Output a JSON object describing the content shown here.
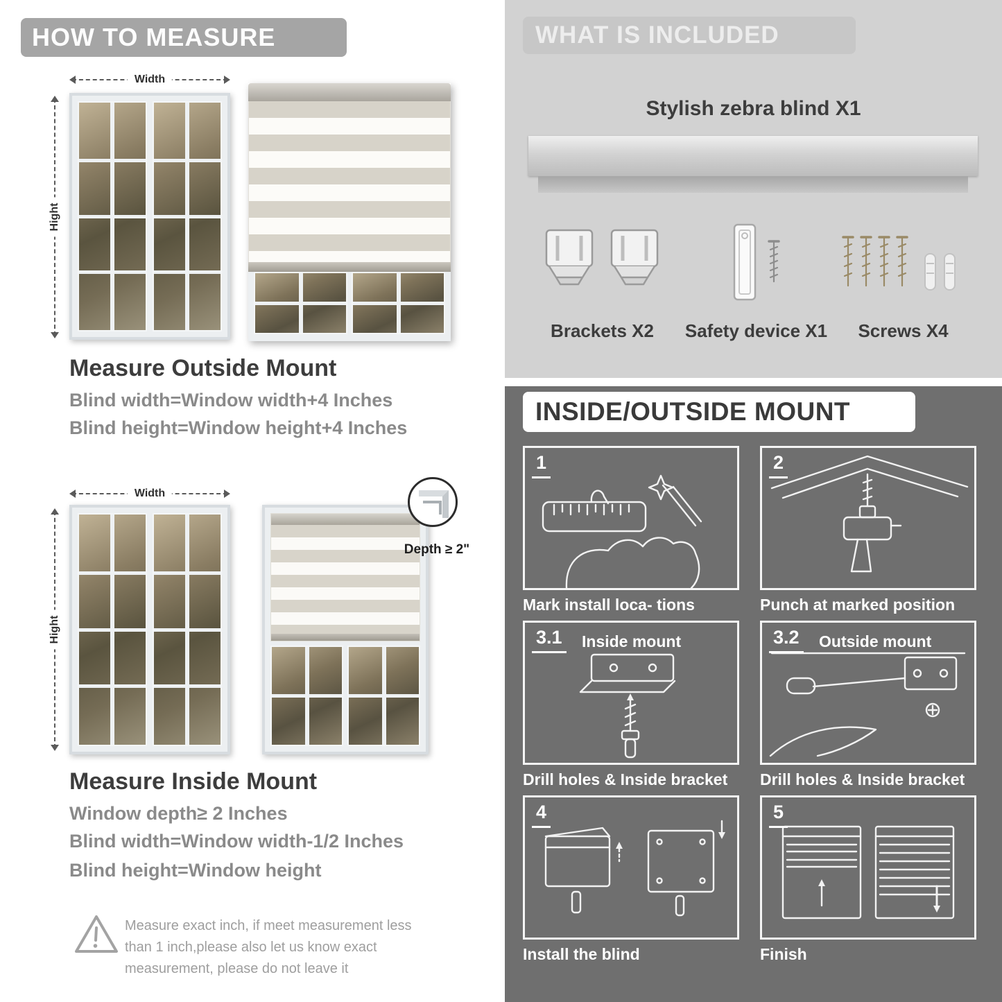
{
  "left": {
    "header": "HOW TO MEASURE",
    "outside": {
      "width_label": "Width",
      "height_label": "Hight",
      "title": "Measure Outside Mount",
      "lines": [
        "Blind width=Window width+4 Inches",
        "Blind height=Window height+4 Inches"
      ]
    },
    "inside": {
      "width_label": "Width",
      "height_label": "Hight",
      "depth_label": "Depth ≥ 2\"",
      "title": "Measure Inside Mount",
      "lines": [
        "Window depth≥ 2 Inches",
        "Blind width=Window width-1/2 Inches",
        "Blind height=Window height"
      ]
    },
    "warning_text": "Measure exact inch, if meet measurement less than 1 inch,please also let us know exact measurement, please do not leave it"
  },
  "included": {
    "header": "WHAT IS INCLUDED",
    "product_title": "Stylish zebra blind X1",
    "items": [
      {
        "label": "Brackets X2",
        "icon": "brackets-icon"
      },
      {
        "label": "Safety device X1",
        "icon": "safety-device-icon"
      },
      {
        "label": "Screws X4",
        "icon": "screws-icon"
      }
    ]
  },
  "mount": {
    "header": "INSIDE/OUTSIDE MOUNT",
    "steps": [
      {
        "num": "1",
        "caption": "Mark install loca- tions"
      },
      {
        "num": "2",
        "caption": "Punch at  marked position"
      },
      {
        "num": "3.1",
        "label": "Inside mount",
        "caption": "Drill holes &  Inside bracket"
      },
      {
        "num": "3.2",
        "label": "Outside mount",
        "caption": "Drill holes &  Inside bracket"
      },
      {
        "num": "4",
        "caption": "Install the blind"
      },
      {
        "num": "5",
        "caption": "Finish"
      }
    ]
  },
  "colors": {
    "panel_light": "#d2d2d2",
    "panel_dark": "#6f6f6f",
    "banner_gray": "#a5a5a5",
    "text_dark": "#3d3d3d",
    "text_gray": "#8a8a8a"
  }
}
